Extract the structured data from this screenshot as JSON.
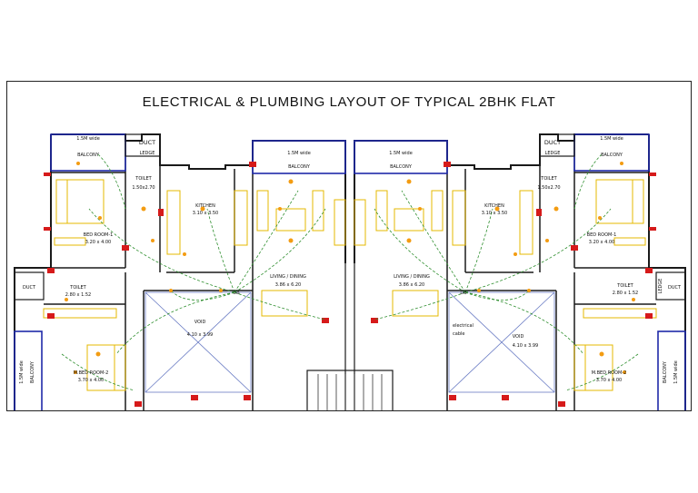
{
  "title": "ELECTRICAL & PLUMBING LAYOUT OF TYPICAL 2BHK FLAT",
  "colors": {
    "wall": "#1a1a1a",
    "balcony_outline": "#1f2aa8",
    "wiring": "#2f8f2f",
    "fixture": "#f39c12",
    "furniture": "#e6b800",
    "door_jamb": "#d61a1a",
    "void_lines": "#6a7cc4"
  },
  "labels": {
    "duct_tl": "DUCT",
    "ledge_tl": "LEDGE",
    "balcony_tl": "1.5M wide",
    "balcony_tl_name": "BALCONY",
    "toilet_tl": "TOILET",
    "toilet_tl_dim": "1.50x2.70",
    "bed1_l": "BED ROOM-1",
    "bed1_l_dim": "3.20 x 4.00",
    "kitchen_l": "KITCHEN",
    "kitchen_l_dim": "3.10 x 3.50",
    "balcony_cl": "1.5M wide",
    "balcony_cl_name": "BALCONY",
    "living_l": "LIVING / DINING",
    "living_l_dim": "3.86 x 6.20",
    "db_l": "DB",
    "duct_ml": "DUCT",
    "toilet_ml": "TOILET",
    "toilet_ml_dim": "2.80 x 1.52",
    "void_l": "VOID",
    "void_l_dim": "4.10 x 3.99",
    "mbed_l": "M.BED ROOM-2",
    "mbed_l_dim": "3.70 x 4.00",
    "balcony_bl": "1.5M wide",
    "balcony_bl_name": "BALCONY",
    "duct_tr": "DUCT",
    "ledge_tr": "LEDGE",
    "balcony_tr": "1.5M wide",
    "balcony_tr_name": "BALCONY",
    "toilet_tr": "TOILET",
    "toilet_tr_dim": "1.50x2.70",
    "bed1_r": "BED ROOM-1",
    "bed1_r_dim": "3.20 x 4.00",
    "kitchen_r": "KITCHEN",
    "kitchen_r_dim": "3.10 x 3.50",
    "balcony_cr": "1.5M wide",
    "balcony_cr_name": "BALCONY",
    "living_r": "LIVING / DINING",
    "living_r_dim": "3.86 x 6.20",
    "db_r": "DB",
    "electrical_cable": "electrical",
    "electrical_cable_2": "cable",
    "void_r": "VOID",
    "void_r_dim": "4.10 x 3.99",
    "toilet_mr": "TOILET",
    "toilet_mr_dim": "2.80 x 1.52",
    "duct_mr": "DUCT",
    "ledge_mr": "LEDGE",
    "mbed_r": "M.BED ROOM-2",
    "mbed_r_dim": "3.70 x 4.00",
    "balcony_br": "BALCONY",
    "balcony_br_w": "1.5M wide"
  }
}
